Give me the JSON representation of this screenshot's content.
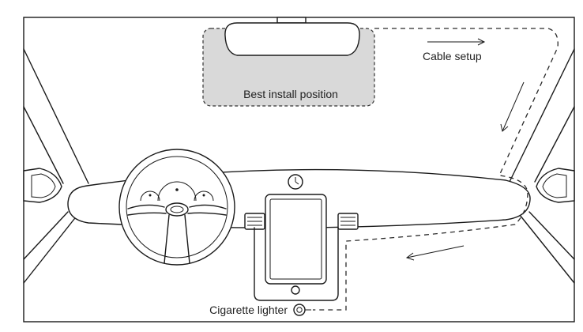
{
  "labels": {
    "best_install_position": "Best install position",
    "cable_setup": "Cable setup",
    "cigarette_lighter": "Cigarette lighter"
  },
  "colors": {
    "line": "#1a1a1a",
    "install_zone_fill": "#d9d9d9",
    "background": "#ffffff"
  },
  "icons": [
    "rear-view-mirror",
    "steering-wheel",
    "clock-icon",
    "side-mirror",
    "tablet",
    "cigarette-lighter-socket",
    "direction-arrow"
  ]
}
